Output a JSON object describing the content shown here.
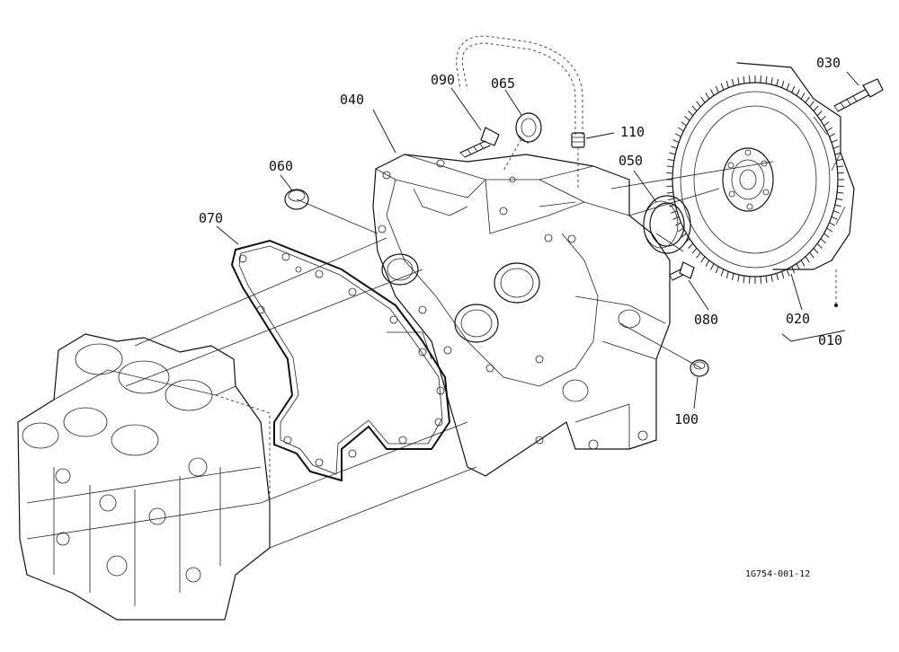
{
  "drawing_code": "1G754-001-12",
  "part_labels": {
    "p010": "010",
    "p020": "020",
    "p030": "030",
    "p040": "040",
    "p050": "050",
    "p060": "060",
    "p065": "065",
    "p070": "070",
    "p080": "080",
    "p090": "090",
    "p100": "100",
    "p110": "110"
  },
  "colors": {
    "line": "#111111",
    "background": "#ffffff"
  }
}
